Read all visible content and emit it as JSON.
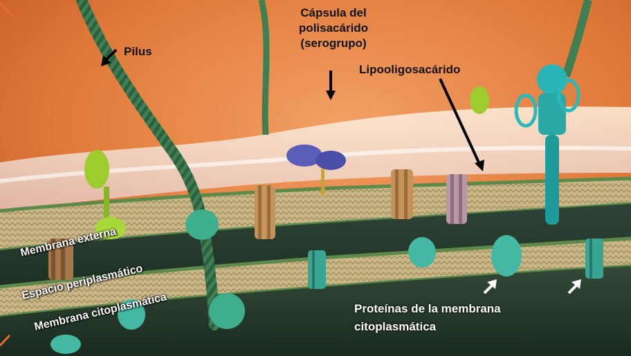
{
  "labels": {
    "pilus": "Pilus",
    "capsule": [
      "Cápsula del",
      "polisacárido",
      "(serogrupo)"
    ],
    "lipo": "Lipooligosacárido",
    "outer_membrane": "Membrana externa",
    "periplasmic_space": "Espacio periplasmático",
    "cytoplasmic_membrane": "Membrana citoplasmática",
    "proteins": [
      "Proteínas de la membrana",
      "citoplasmática"
    ]
  },
  "colors": {
    "sky": "#e8823f",
    "membrane": "#b9a77a",
    "cytoplasm": "#27402f",
    "accent": "#e07030"
  }
}
